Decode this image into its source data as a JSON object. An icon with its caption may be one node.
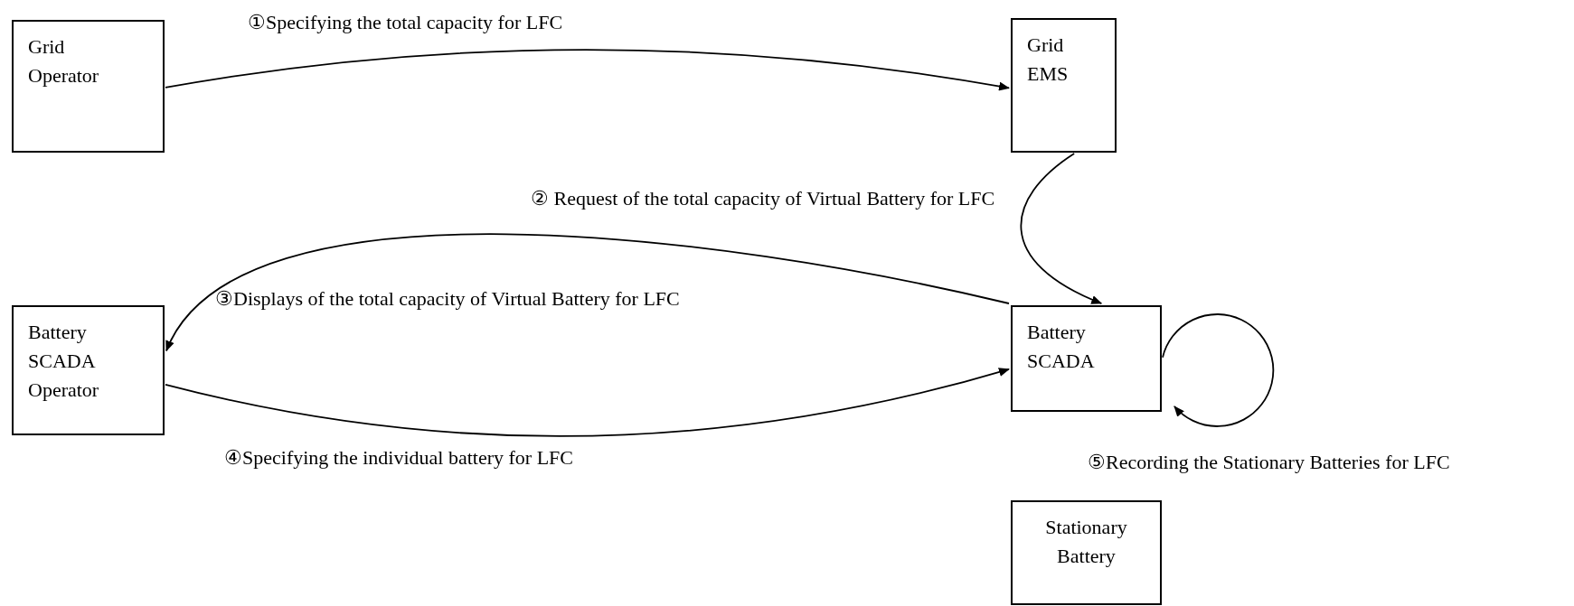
{
  "diagram": {
    "nodes": [
      {
        "text": [
          "Grid Operator"
        ]
      },
      {
        "text": [
          "Grid EMS"
        ]
      },
      {
        "text": [
          "Battery SCADA Operator"
        ]
      },
      {
        "text": [
          "Battery SCADA"
        ]
      },
      {
        "text": [
          "Stationary Battery"
        ]
      }
    ],
    "edges": [
      {
        "from": 0,
        "to": 1,
        "arrow": "to",
        "label": "①Specifying the total capacity for LFC"
      },
      {
        "from": 1,
        "to": 3,
        "arrow": "to",
        "label": "② Request of  the total capacity of Virtual Battery for LFC"
      },
      {
        "from": 3,
        "to": 2,
        "arrow": "to",
        "label": "③Displays of the total capacity of Virtual Battery for LFC"
      },
      {
        "from": 2,
        "to": 3,
        "arrow": "to",
        "label": "④Specifying the individual battery for LFC"
      },
      {
        "from": 3,
        "to": 3,
        "arrow": "to",
        "label": "⑤Recording the Stationary Batteries for LFC"
      }
    ]
  }
}
